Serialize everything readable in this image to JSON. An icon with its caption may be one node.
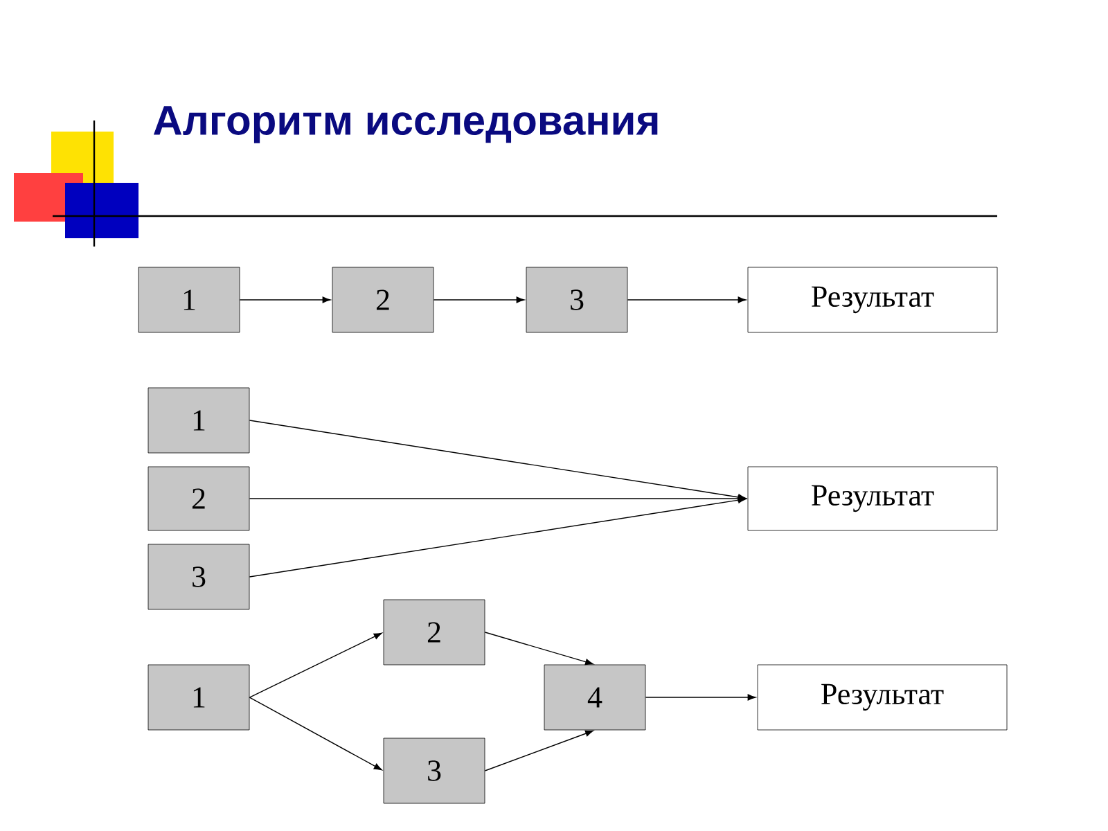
{
  "diagram": {
    "title": "Алгоритм исследования",
    "nodes": [
      {
        "text": [
          "1"
        ]
      },
      {
        "text": [
          "2"
        ]
      },
      {
        "text": [
          "3"
        ]
      },
      {
        "text": [
          "Результат"
        ]
      },
      {
        "text": [
          "1"
        ]
      },
      {
        "text": [
          "2"
        ]
      },
      {
        "text": [
          "3"
        ]
      },
      {
        "text": [
          "Результат"
        ]
      },
      {
        "text": [
          "2"
        ]
      },
      {
        "text": [
          "1"
        ]
      },
      {
        "text": [
          "4"
        ]
      },
      {
        "text": [
          "Результат"
        ]
      },
      {
        "text": [
          "3"
        ]
      }
    ],
    "edges": [
      {
        "from": 0,
        "to": 1,
        "arrow": "to"
      },
      {
        "from": 1,
        "to": 2,
        "arrow": "to"
      },
      {
        "from": 2,
        "to": 3,
        "arrow": "to"
      },
      {
        "from": 4,
        "to": 7,
        "arrow": "to"
      },
      {
        "from": 5,
        "to": 7,
        "arrow": "to"
      },
      {
        "from": 6,
        "to": 7,
        "arrow": "to"
      },
      {
        "from": 9,
        "to": 8,
        "arrow": "to"
      },
      {
        "from": 9,
        "to": 12,
        "arrow": "to"
      },
      {
        "from": 8,
        "to": 10,
        "arrow": "to"
      },
      {
        "from": 12,
        "to": 10,
        "arrow": "to"
      },
      {
        "from": 10,
        "to": 11,
        "arrow": "to"
      }
    ]
  }
}
